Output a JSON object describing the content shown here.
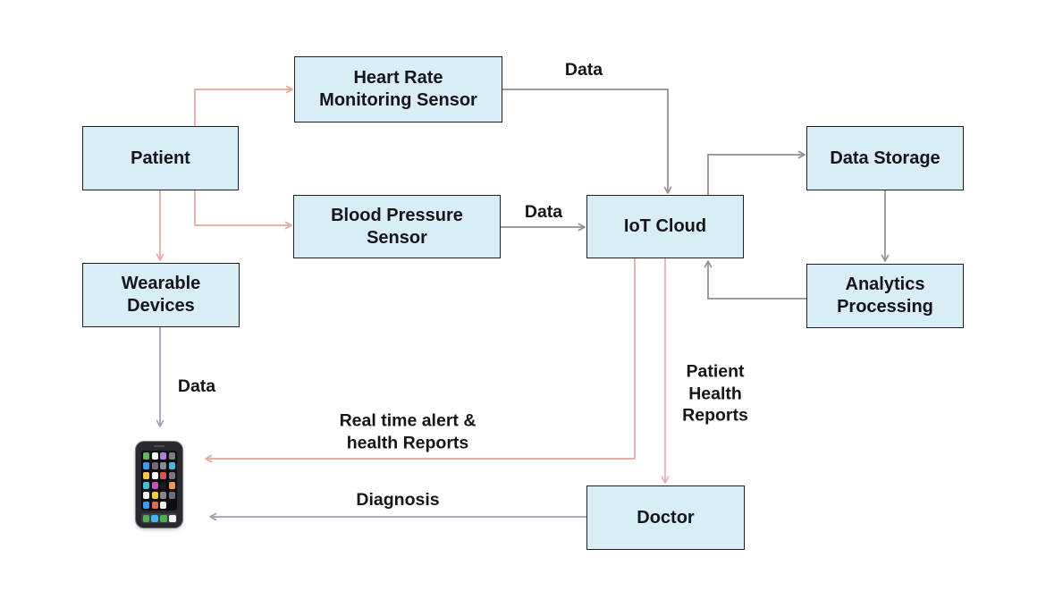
{
  "diagram": {
    "nodes": [
      {
        "id": "patient",
        "label": "Patient"
      },
      {
        "id": "heart-rate-sensor",
        "label": "Heart Rate\nMonitoring Sensor"
      },
      {
        "id": "blood-pressure-sensor",
        "label": "Blood Pressure\nSensor"
      },
      {
        "id": "wearable-devices",
        "label": "Wearable\nDevices"
      },
      {
        "id": "iot-cloud",
        "label": "IoT Cloud"
      },
      {
        "id": "data-storage",
        "label": "Data Storage"
      },
      {
        "id": "analytics-processing",
        "label": "Analytics\nProcessing"
      },
      {
        "id": "doctor",
        "label": "Doctor"
      },
      {
        "id": "smartphone",
        "label": "",
        "icon": "smartphone-icon"
      }
    ],
    "edges": [
      {
        "from": "Patient",
        "to": "Heart Rate Monitoring Sensor",
        "label": ""
      },
      {
        "from": "Patient",
        "to": "Blood Pressure Sensor",
        "label": ""
      },
      {
        "from": "Patient",
        "to": "Wearable Devices",
        "label": ""
      },
      {
        "from": "Heart Rate Monitoring Sensor",
        "to": "IoT Cloud",
        "label": "Data"
      },
      {
        "from": "Blood Pressure Sensor",
        "to": "IoT Cloud",
        "label": "Data"
      },
      {
        "from": "IoT Cloud",
        "to": "Data Storage",
        "label": ""
      },
      {
        "from": "Data Storage",
        "to": "Analytics Processing",
        "label": ""
      },
      {
        "from": "Analytics Processing",
        "to": "IoT Cloud",
        "label": ""
      },
      {
        "from": "Wearable Devices",
        "to": "Smartphone",
        "label": "Data"
      },
      {
        "from": "IoT Cloud",
        "to": "Smartphone",
        "label": "Real time alert &\nhealth Reports"
      },
      {
        "from": "IoT Cloud",
        "to": "Doctor",
        "label": "Patient\nHealth\nReports"
      },
      {
        "from": "Doctor",
        "to": "Smartphone",
        "label": "Diagnosis"
      }
    ]
  },
  "colors": {
    "node_fill": "#d9edf6",
    "node_border": "#1d1d22",
    "text": "#15151c",
    "edge_salmon": "#e1a79b",
    "edge_pink": "#e6adb8",
    "edge_gray": "#8e8e97",
    "edge_lavender": "#9d9cb4",
    "phone_body": "#28282e",
    "phone_screen": "#0e0e12",
    "phone_dock": "#3e3e46"
  },
  "phone_icon": {
    "name": "smartphone-icon",
    "app_tiles": [
      "#5fb85f",
      "#f2f2f2",
      "#b07fd6",
      "#7d7d85",
      "#3d9be9",
      "#6e6e76",
      "#8a8a92",
      "#41b9e6",
      "#f2c94c",
      "#f5f5f5",
      "#e05252",
      "#77777f",
      "#3fc1d1",
      "#c452b8",
      "#1a1a20",
      "#f2994a",
      "#f5f5f5",
      "#f2c94c",
      "#85858d",
      "#6e6e76",
      "#3d9be9",
      "#e06a52",
      "#f2f2f2",
      null
    ],
    "dock_tiles": [
      "#4fae54",
      "#41b9e6",
      "#4fae54",
      "#f5f5f5"
    ]
  }
}
